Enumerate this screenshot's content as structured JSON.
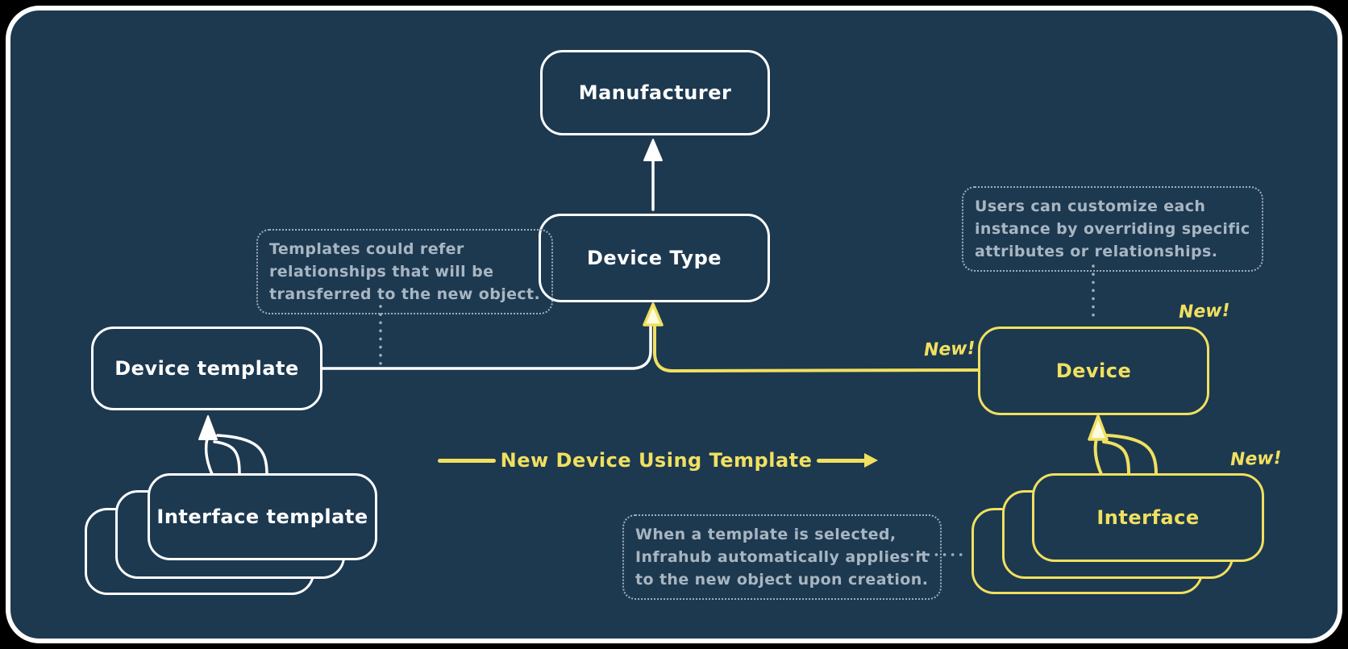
{
  "canvas": {
    "background": "#000000",
    "surface": "#1d3950",
    "stroke": "#ffffff",
    "accent": "#f1e05f",
    "note_color": "#a8b6c2",
    "note_stroke": "#9fb0bd"
  },
  "nodes": {
    "manufacturer": {
      "label": "Manufacturer"
    },
    "device_type": {
      "label": "Device Type"
    },
    "device_template": {
      "label": "Device template"
    },
    "interface_template": {
      "label": "Interface template"
    },
    "device": {
      "label": "Device",
      "badge": "New!"
    },
    "interface": {
      "label": "Interface",
      "badge": "New!"
    }
  },
  "badges": {
    "connector_new": "New!"
  },
  "flow": {
    "label": "New Device Using Template"
  },
  "annotations": {
    "templates_note": {
      "lines": [
        "Templates could refer",
        "relationships that will be",
        "transferred to the new object."
      ]
    },
    "customize_note": {
      "lines": [
        "Users can customize each",
        "instance by overriding specific",
        "attributes or relationships."
      ]
    },
    "apply_note": {
      "lines": [
        "When a template is selected,",
        "Infrahub automatically applies it",
        "to the new object upon creation."
      ]
    }
  }
}
